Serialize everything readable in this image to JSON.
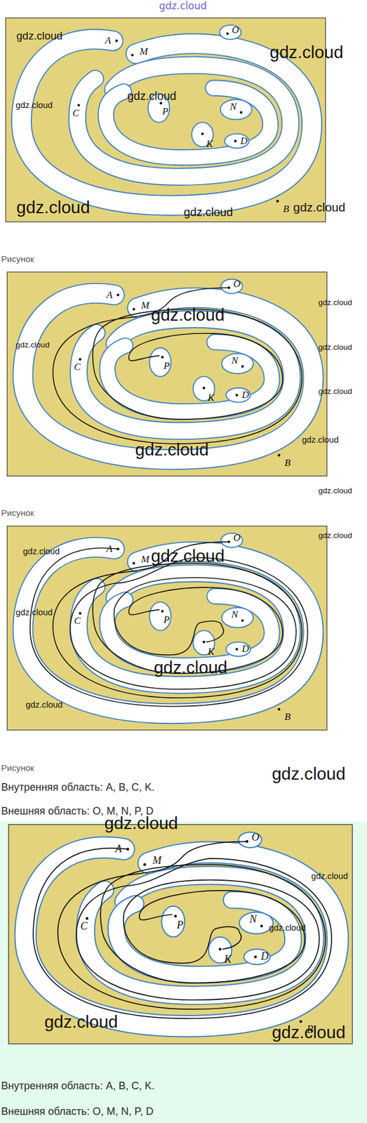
{
  "diagram": {
    "labels": [
      "gdz.cloud",
      "A",
      "O",
      "M",
      "C",
      "P",
      "N",
      "K",
      "D",
      "B",
      "gdz.cloud",
      "gdz.cloud",
      "gdz.cloud",
      "gdz.cloud",
      "gdz.cloud",
      "gdz.cloud",
      "gdz.cloud",
      "Рисунок",
      "A",
      "O",
      "M",
      "C",
      "P",
      "N",
      "K",
      "D",
      "B",
      "gdz.cloud",
      "gdz.cloud",
      "gdz.cloud",
      "gdz.cloud",
      "gdz.cloud",
      "gdz.cloud",
      "gdz.cloud",
      "gdz.cloud",
      "Рисунок",
      "A",
      "O",
      "M",
      "C",
      "P",
      "N",
      "K",
      "D",
      "B",
      "gdz.cloud",
      "gdz.cloud",
      "gdz.cloud",
      "gdz.cloud",
      "gdz.cloud",
      "gdz.cloud",
      "Рисунок",
      "gdz.cloud",
      "Внутренняя область: A, B, C, K.",
      "Внешняя область: O, M, N, P, D",
      "A",
      "O",
      "M",
      "C",
      "P",
      "N",
      "K",
      "D",
      "B",
      "gdz.cloud",
      "gdz.cloud",
      "gdz.cloud",
      "gdz.cloud",
      "gdz.cloud",
      "Внутренняя область: A, B, C, K.",
      "Внешняя область: O, M, N, P, D"
    ]
  }
}
